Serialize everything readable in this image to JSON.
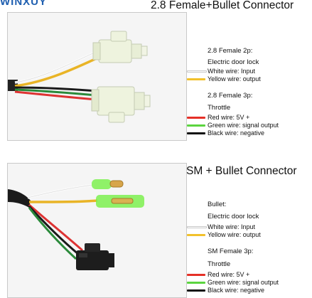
{
  "brand": {
    "logo_text": "WINXUY"
  },
  "colors": {
    "red": "#e53027",
    "green": "#5bd43f",
    "black": "#111111",
    "yellow": "#f2c12c",
    "white": "#ffffff"
  },
  "section1": {
    "title": "2.8 Female+Bullet Connector",
    "group1": {
      "heading": "2.8 Female 2p:",
      "name": "Electric door lock",
      "wires": [
        "White wire: Input",
        "Yellow wire: output"
      ]
    },
    "group2": {
      "heading": "2.8 Female 3p:",
      "name": "Throttle",
      "wires": [
        "Red wire: 5V +",
        "Green wire: signal output",
        "Black wire: negative"
      ]
    }
  },
  "section2": {
    "title": "SM + Bullet Connector",
    "group1": {
      "heading": "Bullet:",
      "name": "Electric door lock",
      "wires": [
        "White wire: Input",
        "Yellow wire: output"
      ]
    },
    "group2": {
      "heading": "SM Female 3p:",
      "name": "Throttle",
      "wires": [
        "Red wire: 5V +",
        "Green wire: signal output",
        "Black wire: negative"
      ]
    }
  }
}
